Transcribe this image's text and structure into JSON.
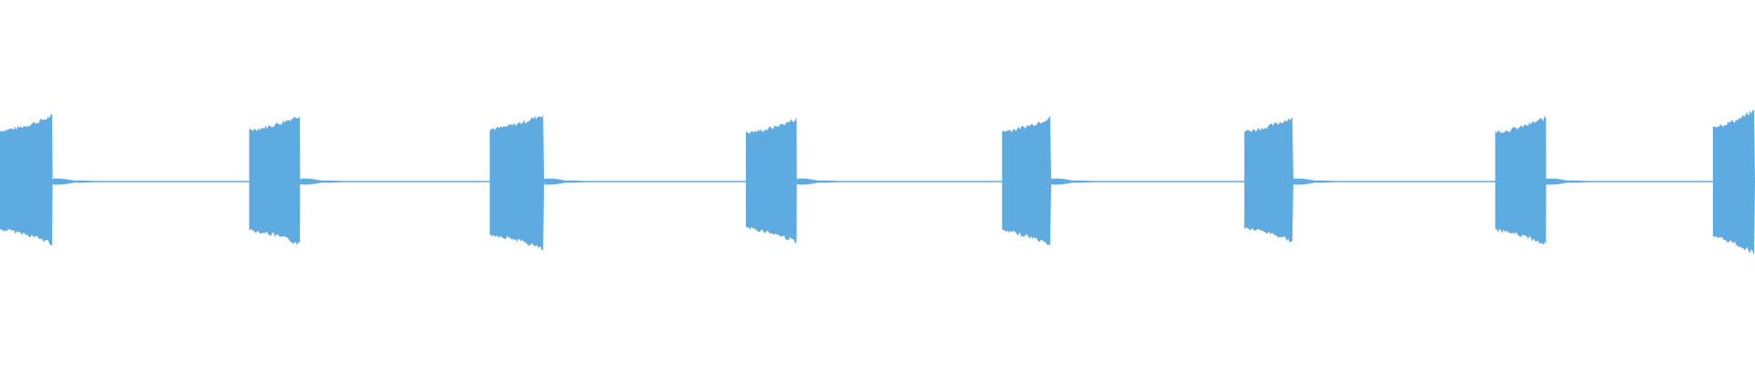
{
  "waveform": {
    "color": "#5dabe1",
    "background": "#ffffff",
    "bursts": [
      {
        "start": 0.0,
        "end": 0.03,
        "peak_top": 0.72,
        "peak_bottom": 0.68
      },
      {
        "start": 0.142,
        "end": 0.171,
        "peak_top": 0.73,
        "peak_bottom": 0.69
      },
      {
        "start": 0.279,
        "end": 0.31,
        "peak_top": 0.74,
        "peak_bottom": 0.75
      },
      {
        "start": 0.425,
        "end": 0.454,
        "peak_top": 0.69,
        "peak_bottom": 0.66
      },
      {
        "start": 0.571,
        "end": 0.599,
        "peak_top": 0.71,
        "peak_bottom": 0.7
      },
      {
        "start": 0.709,
        "end": 0.737,
        "peak_top": 0.71,
        "peak_bottom": 0.66
      },
      {
        "start": 0.852,
        "end": 0.881,
        "peak_top": 0.7,
        "peak_bottom": 0.69
      },
      {
        "start": 0.976,
        "end": 1.0,
        "peak_top": 0.78,
        "peak_bottom": 0.79
      }
    ]
  }
}
